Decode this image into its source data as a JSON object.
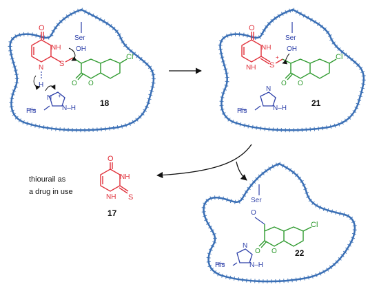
{
  "labels": {
    "note_line1": "thiourail as",
    "note_line2": "a drug in use"
  },
  "compounds": {
    "c18": "18",
    "c21": "21",
    "c17": "17",
    "c22": "22"
  },
  "atoms": {
    "O": "O",
    "NH": "NH",
    "N": "N",
    "H": "H",
    "S": "S",
    "Cl": "Cl",
    "Ser": "Ser",
    "OH": "OH",
    "His": "His",
    "plus": "+",
    "NplusH": "N–H",
    "NH_right": "N–H"
  },
  "colors": {
    "thiouracil": "#e0303a",
    "coumarin": "#2e9a2e",
    "protein": "#2c3fa8",
    "pocket": "#3a6fb5",
    "arrow": "#111111"
  }
}
